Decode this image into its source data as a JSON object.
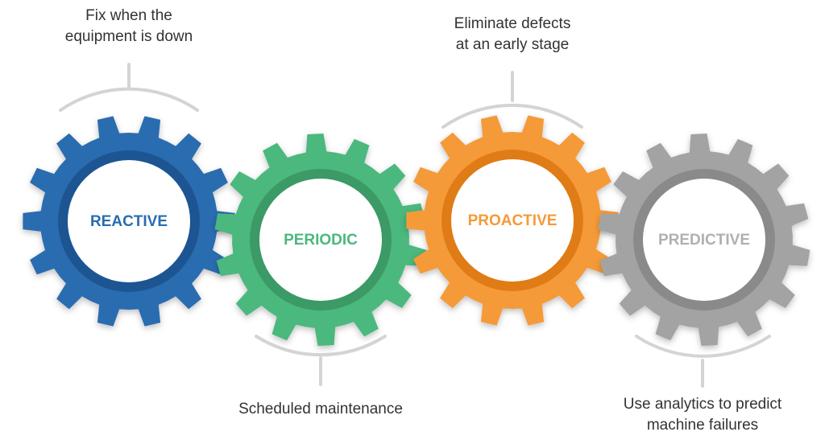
{
  "gears": [
    {
      "label": "REACTIVE",
      "color": "#2b6cb0",
      "ring_color": "#1f5592",
      "text_color": "#2b6cb0",
      "caption": [
        "Fix when the",
        "equipment is down"
      ]
    },
    {
      "label": "PERIODIC",
      "color": "#4cb87d",
      "ring_color": "#3a9a65",
      "text_color": "#4cb87d",
      "caption": [
        "Scheduled maintenance"
      ]
    },
    {
      "label": "PROACTIVE",
      "color": "#f59a38",
      "ring_color": "#e07c18",
      "text_color": "#f59a38",
      "caption": [
        "Eliminate defects",
        "at an early stage"
      ]
    },
    {
      "label": "PREDICTIVE",
      "color": "#a3a3a3",
      "ring_color": "#8a8a8a",
      "text_color": "#b0b0b0",
      "caption": [
        "Use analytics to predict",
        "machine failures"
      ]
    }
  ],
  "connector_color": "#d4d4d4",
  "caption_color": "#333333"
}
